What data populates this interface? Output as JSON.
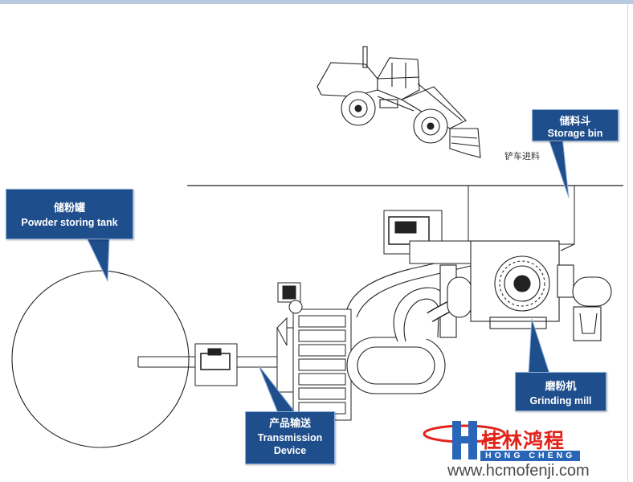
{
  "callouts": {
    "storage_bin": {
      "zh": "储料斗",
      "en": "Storage bin"
    },
    "powder_tank": {
      "zh": "储粉罐",
      "en": "Powder storing tank"
    },
    "grinding_mill": {
      "zh": "磨粉机",
      "en": "Grinding mill"
    },
    "transmission": {
      "zh": "产品输送",
      "en1": "Transmission",
      "en2": "Device"
    }
  },
  "loader_caption": "铲车进料",
  "logo": {
    "cn": "桂林鸿程",
    "en": "HONG CHENG",
    "letter": "H"
  },
  "website": "www.hcmofenji.com",
  "colors": {
    "callout_fill": "#1f4e8c",
    "logo_red": "#e2231a",
    "logo_blue": "#2a66b8",
    "line": "#222222"
  }
}
